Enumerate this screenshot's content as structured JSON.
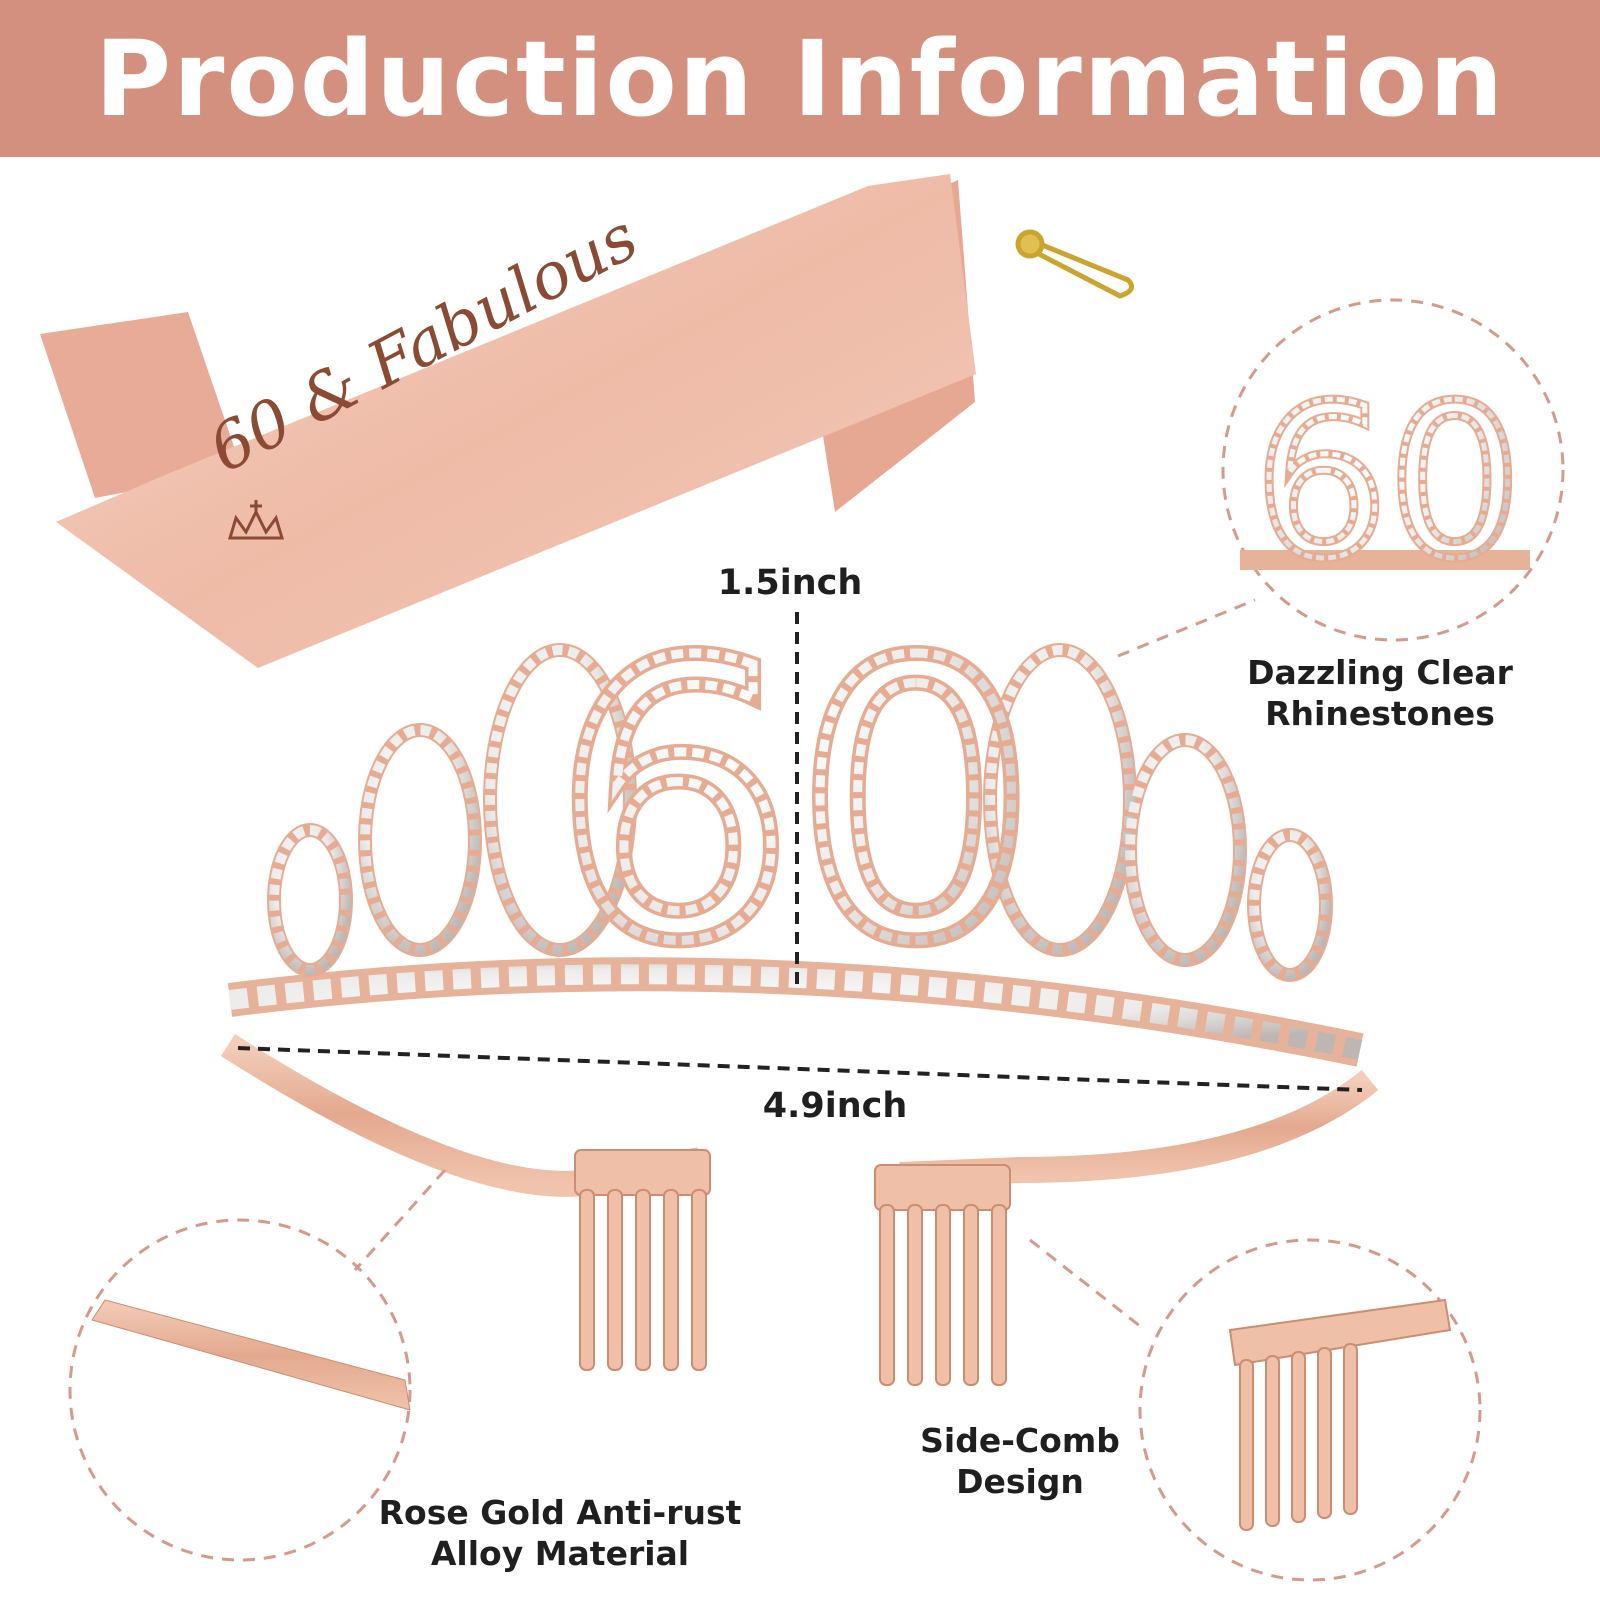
{
  "banner": {
    "title": "Production Information",
    "color": "#d4907f"
  },
  "sash": {
    "text": "60 & Fabulous",
    "color": "#f0c6b5",
    "text_color": "#8a4a33",
    "icon": "crown-icon"
  },
  "pin": {
    "icon": "safety-pin-icon"
  },
  "tiara": {
    "number": "60",
    "metal_color": "#e8b49a"
  },
  "measurements": {
    "height": "1.5inch",
    "width": "4.9inch"
  },
  "callouts": {
    "rhinestones": [
      "Dazzling Clear",
      "Rhinestones"
    ],
    "comb": [
      "Side-Comb",
      "Design"
    ],
    "alloy": [
      "Rose Gold Anti-rust",
      "Alloy Material"
    ]
  }
}
